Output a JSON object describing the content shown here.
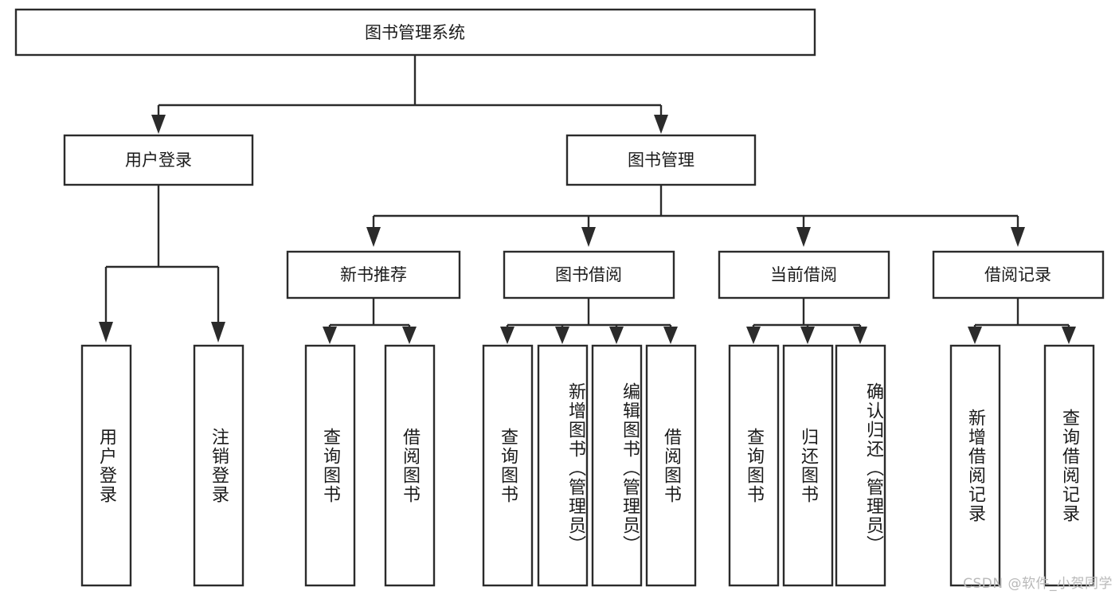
{
  "diagram": {
    "title": "图书管理系统",
    "type": "hierarchy-tree",
    "watermark": "CSDN @软件_小贺同学",
    "colors": {
      "stroke": "#2b2b2b",
      "box_fill": "#ffffff",
      "text": "#1b1b1b",
      "background": "#ffffff",
      "watermark": "#b9b9b9"
    },
    "root": {
      "label": "图书管理系统"
    },
    "level2": [
      {
        "label": "用户登录"
      },
      {
        "label": "图书管理"
      }
    ],
    "level3": [
      {
        "label": "新书推荐"
      },
      {
        "label": "图书借阅"
      },
      {
        "label": "当前借阅"
      },
      {
        "label": "借阅记录"
      }
    ],
    "leaves": {
      "user_login": [
        {
          "label": "用户登录"
        },
        {
          "label": "注销登录"
        }
      ],
      "new_book_recommend": [
        {
          "label": "查询图书"
        },
        {
          "label": "借阅图书"
        }
      ],
      "book_borrow": [
        {
          "label": "查询图书"
        },
        {
          "label": "新增图书（管理员）"
        },
        {
          "label": "编辑图书（管理员）"
        },
        {
          "label": "借阅图书"
        }
      ],
      "current_borrow": [
        {
          "label": "查询图书"
        },
        {
          "label": "归还图书"
        },
        {
          "label": "确认归还（管理员）"
        }
      ],
      "borrow_record": [
        {
          "label": "新增借阅记录"
        },
        {
          "label": "查询借阅记录"
        }
      ]
    }
  }
}
